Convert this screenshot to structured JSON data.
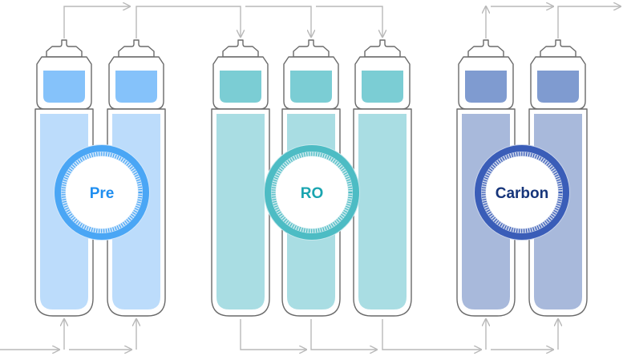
{
  "stages": [
    {
      "label": "Pre",
      "cartridge_count": 2,
      "cap_color": "#85c2fa",
      "body_color": "#bcdcfb",
      "ring_color": "#4aa6f5",
      "text_color": "#1f8ef0"
    },
    {
      "label": "RO",
      "cartridge_count": 3,
      "cap_color": "#7bcdd4",
      "body_color": "#a9dde3",
      "ring_color": "#4dbcc4",
      "text_color": "#1aa5b0"
    },
    {
      "label": "Carbon",
      "cartridge_count": 2,
      "cap_color": "#7f9bd0",
      "body_color": "#a8b9db",
      "ring_color": "#3a5db8",
      "text_color": "#16357a"
    }
  ],
  "colors": {
    "outline": "#6a6a6a",
    "flow_line": "#b9b9b9"
  }
}
